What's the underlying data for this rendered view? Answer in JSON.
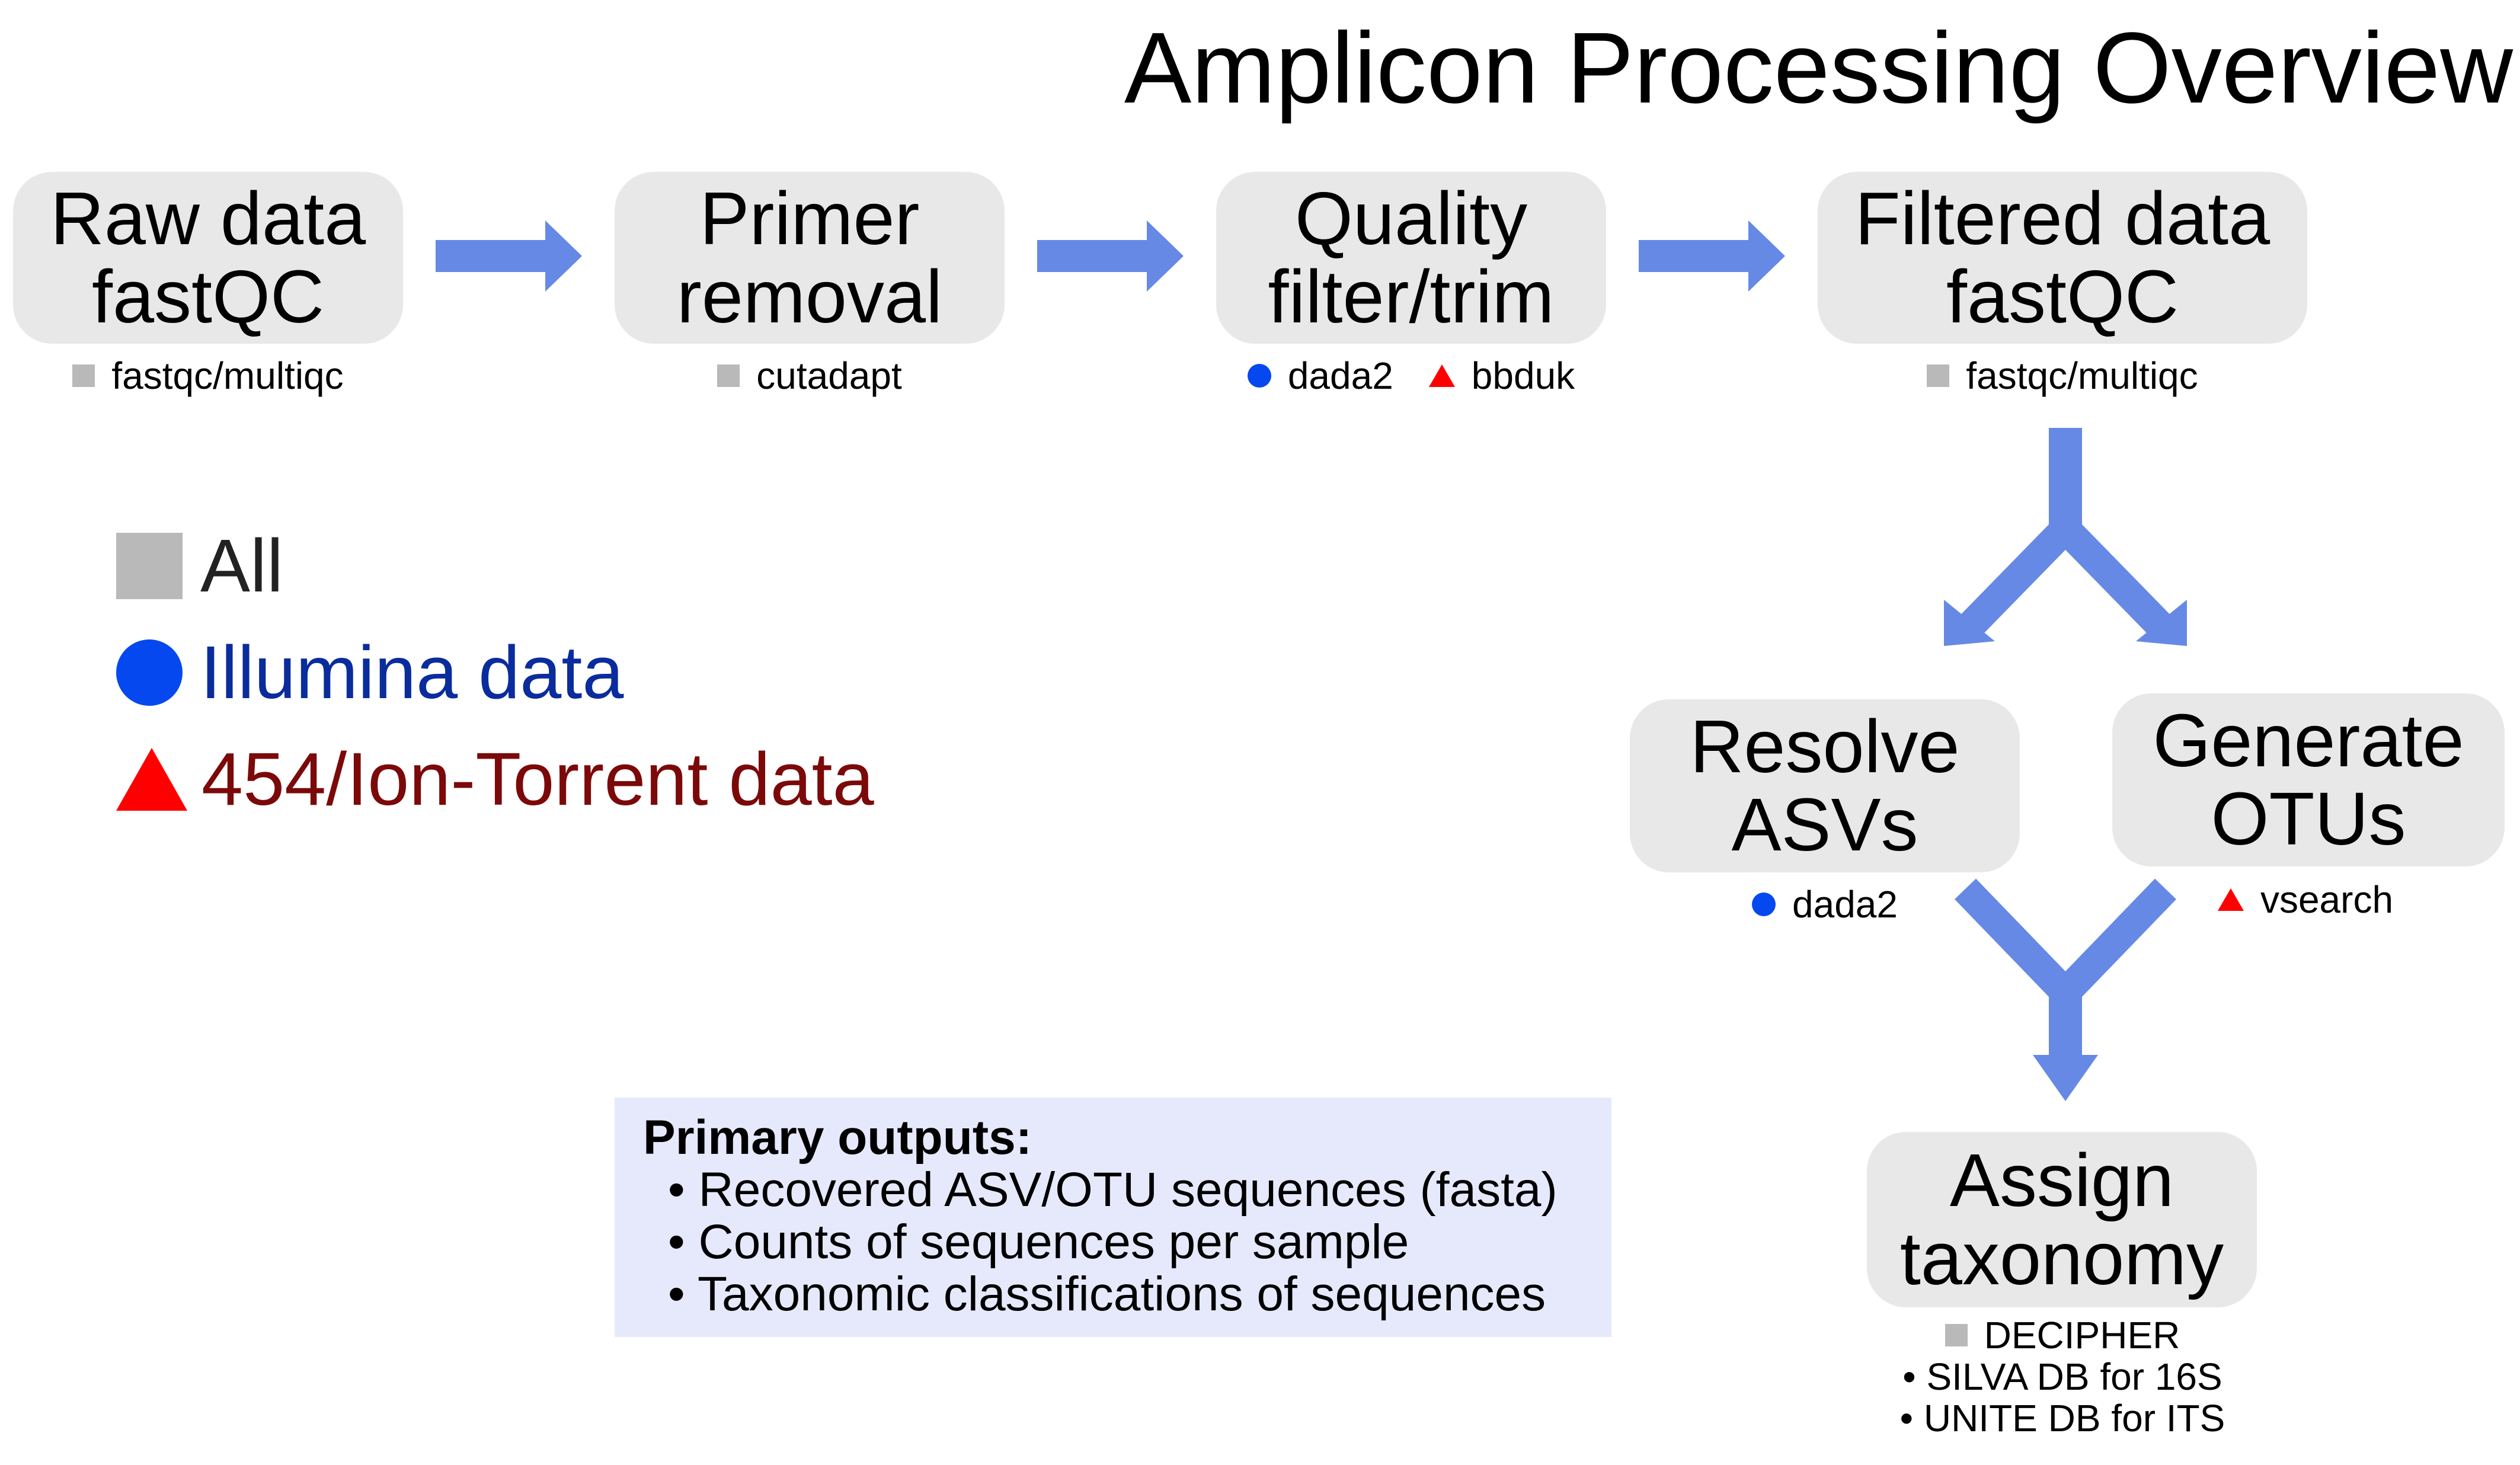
{
  "title": "Amplicon Processing Overview",
  "steps": {
    "raw": {
      "line1": "Raw data",
      "line2": "fastQC",
      "tool": "fastqc/multiqc"
    },
    "primer": {
      "line1": "Primer",
      "line2": "removal",
      "tool": "cutadapt"
    },
    "quality": {
      "line1": "Quality",
      "line2": "filter/trim",
      "tool_illumina": "dada2",
      "tool_454": "bbduk"
    },
    "filtered": {
      "line1": "Filtered data",
      "line2": "fastQC",
      "tool": "fastqc/multiqc"
    },
    "asv": {
      "line1": "Resolve",
      "line2": "ASVs",
      "tool": "dada2"
    },
    "otu": {
      "line1": "Generate",
      "line2": "OTUs",
      "tool": "vsearch"
    },
    "taxonomy": {
      "line1": "Assign",
      "line2": "taxonomy",
      "tool": "DECIPHER",
      "note1": "• SILVA DB for 16S",
      "note2": "• UNITE DB for ITS"
    }
  },
  "legend": {
    "all": "All",
    "illumina": "Illumina data",
    "ion": "454/Ion-Torrent data"
  },
  "outputs": {
    "heading": "Primary outputs:",
    "items": [
      "• Recovered ASV/OTU sequences (fasta)",
      "• Counts of sequences per sample",
      "• Taxonomic classifications of sequences"
    ]
  },
  "colors": {
    "step_box": "#e8e8e8",
    "arrow": "#6589e4",
    "all_marker": "#b9b9b9",
    "illumina_marker": "#0648f0",
    "ion_marker": "#ff0000",
    "illumina_text": "#0a2c9c",
    "ion_text": "#7c0909",
    "outputs_box": "#e5e9fb"
  },
  "icons": {
    "all": "gray-square-icon",
    "illumina": "blue-circle-icon",
    "ion": "red-triangle-icon"
  }
}
